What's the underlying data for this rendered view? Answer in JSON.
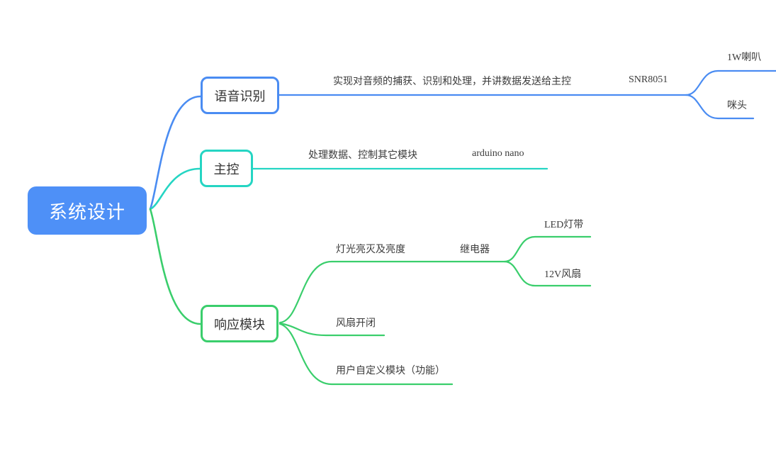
{
  "colors": {
    "background": "#ffffff",
    "root_fill": "#4e90f7",
    "root_text": "#ffffff",
    "branch_voice_blue": "#4a8cf2",
    "branch_main_teal": "#25d5c3",
    "branch_response_green": "#3ace6c",
    "node_text": "#333333",
    "topic_text": "#3b3b3b"
  },
  "mindmap": {
    "root": {
      "label": "系统设计"
    },
    "branches": [
      {
        "label": "语音识别",
        "color": "#4a8cf2",
        "children": [
          {
            "label": "实现对音频的捕获、识别和处理，并讲数据发送给主控",
            "children": [
              {
                "label": "SNR8051",
                "children": [
                  {
                    "label": "1W喇叭"
                  },
                  {
                    "label": "咪头"
                  }
                ]
              }
            ]
          }
        ]
      },
      {
        "label": "主控",
        "color": "#25d5c3",
        "children": [
          {
            "label": "处理数据、控制其它模块",
            "children": [
              {
                "label": "arduino nano"
              }
            ]
          }
        ]
      },
      {
        "label": "响应模块",
        "color": "#3ace6c",
        "children": [
          {
            "label": "灯光亮灭及亮度",
            "children": [
              {
                "label": "继电器",
                "children": [
                  {
                    "label": "LED灯带"
                  },
                  {
                    "label": "12V风扇"
                  }
                ]
              }
            ]
          },
          {
            "label": "风扇开闭"
          },
          {
            "label": "用户自定义模块（功能）"
          }
        ]
      }
    ]
  }
}
